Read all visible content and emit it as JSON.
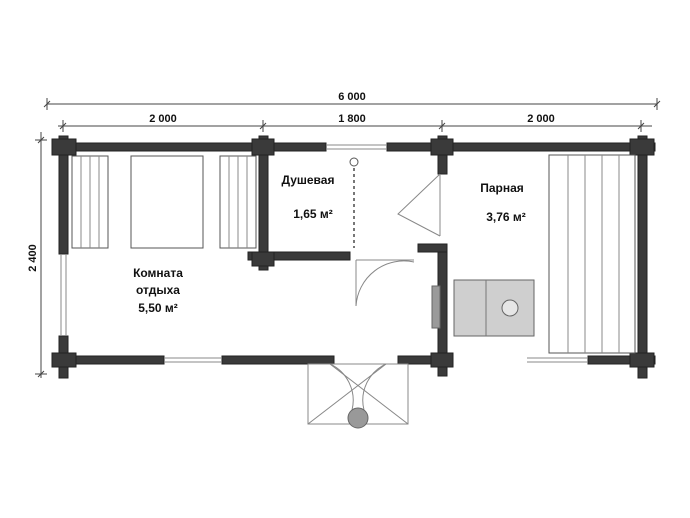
{
  "dimensions": {
    "total_width": "6 000",
    "left_section": "2 000",
    "middle_section": "1 800",
    "right_section": "2 000",
    "height": "2 400"
  },
  "rooms": {
    "shower": {
      "name": "Душевая",
      "area": "1,65 м²"
    },
    "rest": {
      "name_line1": "Комната",
      "name_line2": "отдыха",
      "area": "5,50 м²"
    },
    "steam": {
      "name": "Парная",
      "area": "3,76 м²"
    }
  },
  "colors": {
    "wall": "#3a3a3a",
    "line": "#888888",
    "stove": "#cfcfcf",
    "post": "#999999"
  }
}
